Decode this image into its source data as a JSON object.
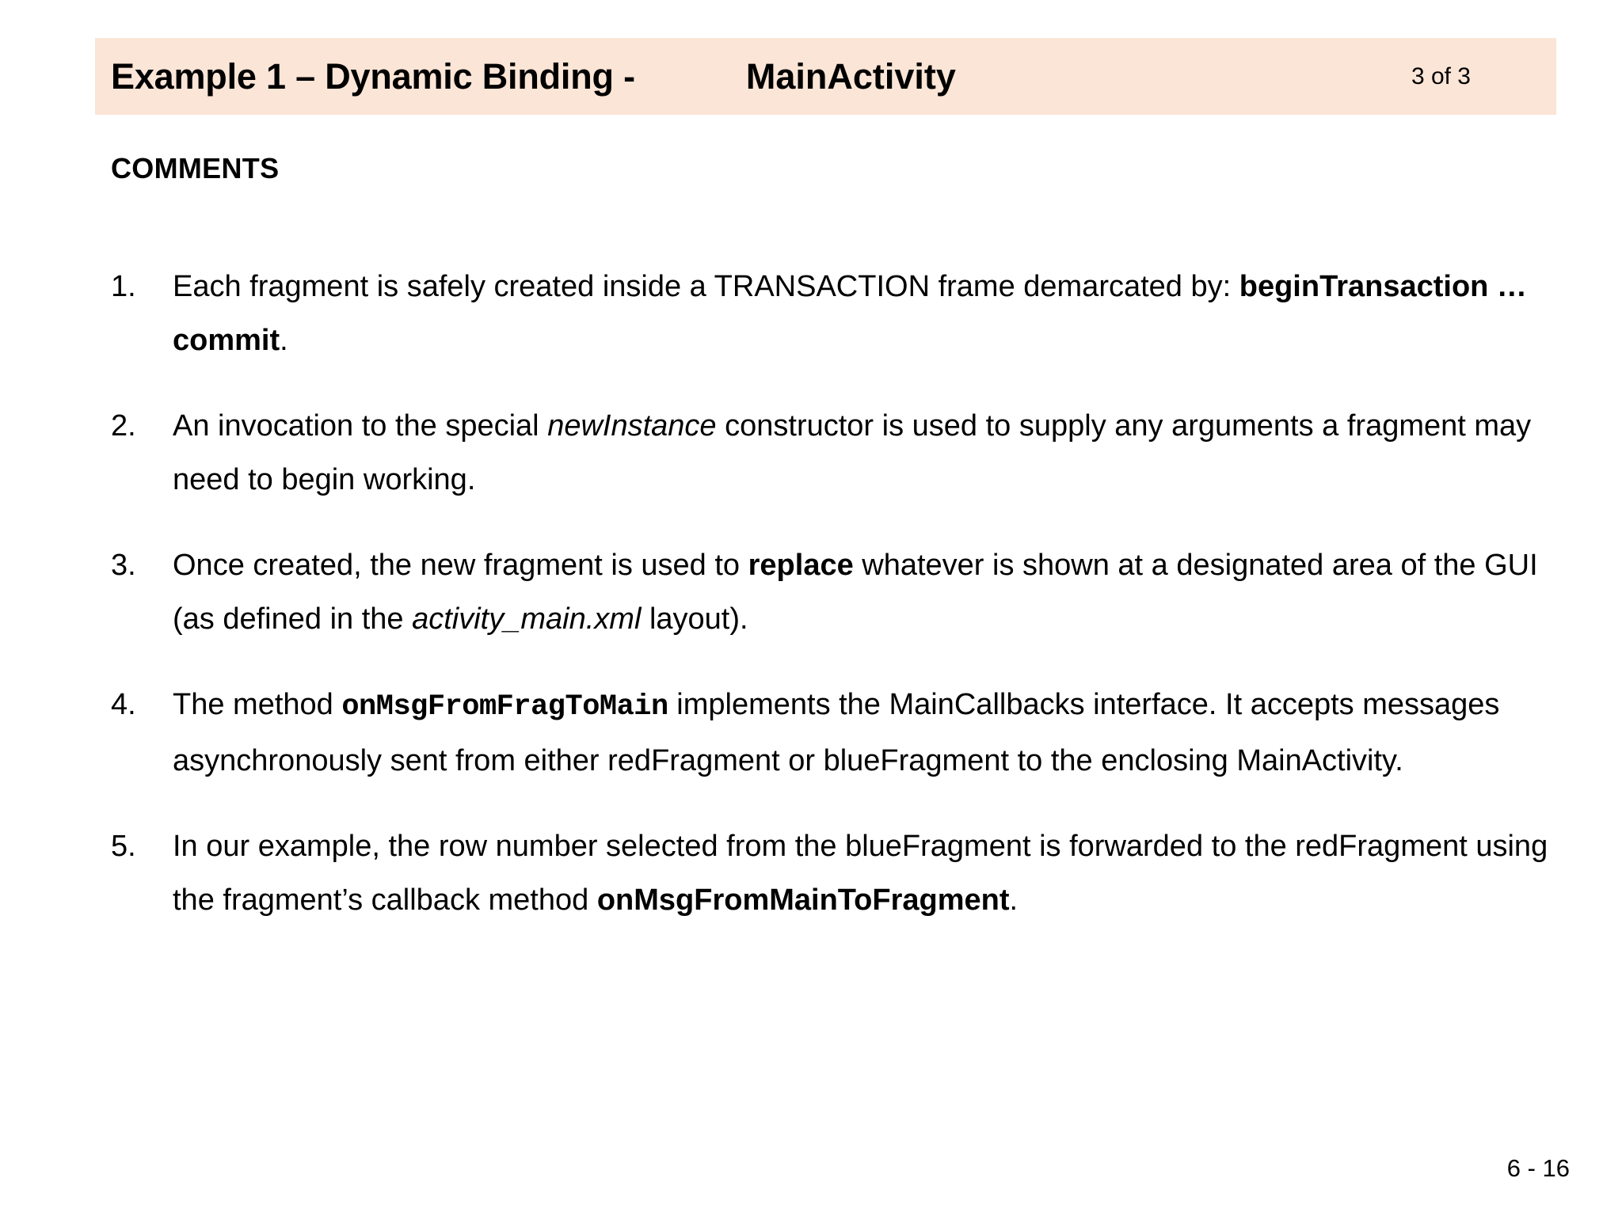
{
  "slide": {
    "header": {
      "title_main": "Example 1 – Dynamic Binding -",
      "title_sub": "MainActivity",
      "counter": "3 of 3",
      "band_color": "#FBE5D6"
    },
    "section_heading": "COMMENTS",
    "items": [
      {
        "number": "1.",
        "parts": [
          {
            "text": "Each fragment is safely created inside a TRANSACTION frame demarcated by:  ",
            "style": "normal"
          },
          {
            "text": "beginTransaction … commit",
            "style": "bold"
          },
          {
            "text": ".",
            "style": "normal"
          }
        ]
      },
      {
        "number": "2.",
        "parts": [
          {
            "text": "An invocation to the special ",
            "style": "normal"
          },
          {
            "text": "newInstance",
            "style": "italic"
          },
          {
            "text": " constructor is used to supply any arguments a fragment may need to begin working.",
            "style": "normal"
          }
        ]
      },
      {
        "number": "3.",
        "parts": [
          {
            "text": "Once created, the new fragment is used to ",
            "style": "normal"
          },
          {
            "text": "replace",
            "style": "bold"
          },
          {
            "text": "  whatever is shown at a designated area of the GUI (as defined in the ",
            "style": "normal"
          },
          {
            "text": "activity_main.xml",
            "style": "italic"
          },
          {
            "text": " layout).",
            "style": "normal"
          }
        ]
      },
      {
        "number": "4.",
        "parts": [
          {
            "text": "The method ",
            "style": "normal"
          },
          {
            "text": "onMsgFromFragToMain",
            "style": "mono"
          },
          {
            "text": "  implements the MainCallbacks interface. It accepts messages asynchronously sent from either redFragment  or blueFragment to the enclosing MainActivity.",
            "style": "normal"
          }
        ]
      },
      {
        "number": "5.",
        "parts": [
          {
            "text": "In our example, the row number selected from the blueFragment is forwarded to the redFragment using the fragment’s callback method ",
            "style": "normal"
          },
          {
            "text": "onMsgFromMainToFragment",
            "style": "bold"
          },
          {
            "text": ".",
            "style": "normal"
          }
        ]
      }
    ],
    "footer": {
      "page_label": "6 - 16"
    }
  }
}
